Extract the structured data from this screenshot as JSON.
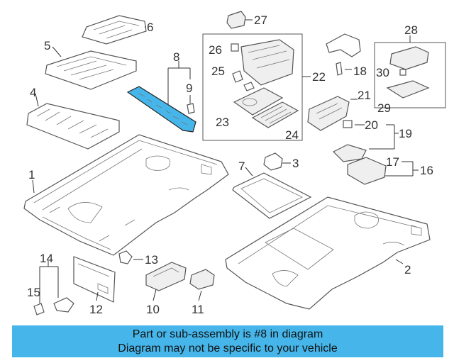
{
  "callouts": {
    "n1": "1",
    "n2": "2",
    "n3": "3",
    "n4": "4",
    "n5": "5",
    "n6": "6",
    "n7": "7",
    "n8": "8",
    "n9": "9",
    "n10": "10",
    "n11": "11",
    "n12": "12",
    "n13": "13",
    "n14": "14",
    "n15": "15",
    "n16": "16",
    "n17": "17",
    "n18": "18",
    "n19": "19",
    "n20": "20",
    "n21": "21",
    "n22": "22",
    "n23": "23",
    "n24": "24",
    "n25": "25",
    "n26": "26",
    "n27": "27",
    "n28": "28",
    "n29": "29",
    "n30": "30"
  },
  "banner": {
    "line1": "Part or sub-assembly is #8 in diagram",
    "line2": "Diagram may not be specific to your vehicle"
  },
  "colors": {
    "highlight_part": "#46b6ea",
    "banner_bg": "#46b6ea"
  }
}
